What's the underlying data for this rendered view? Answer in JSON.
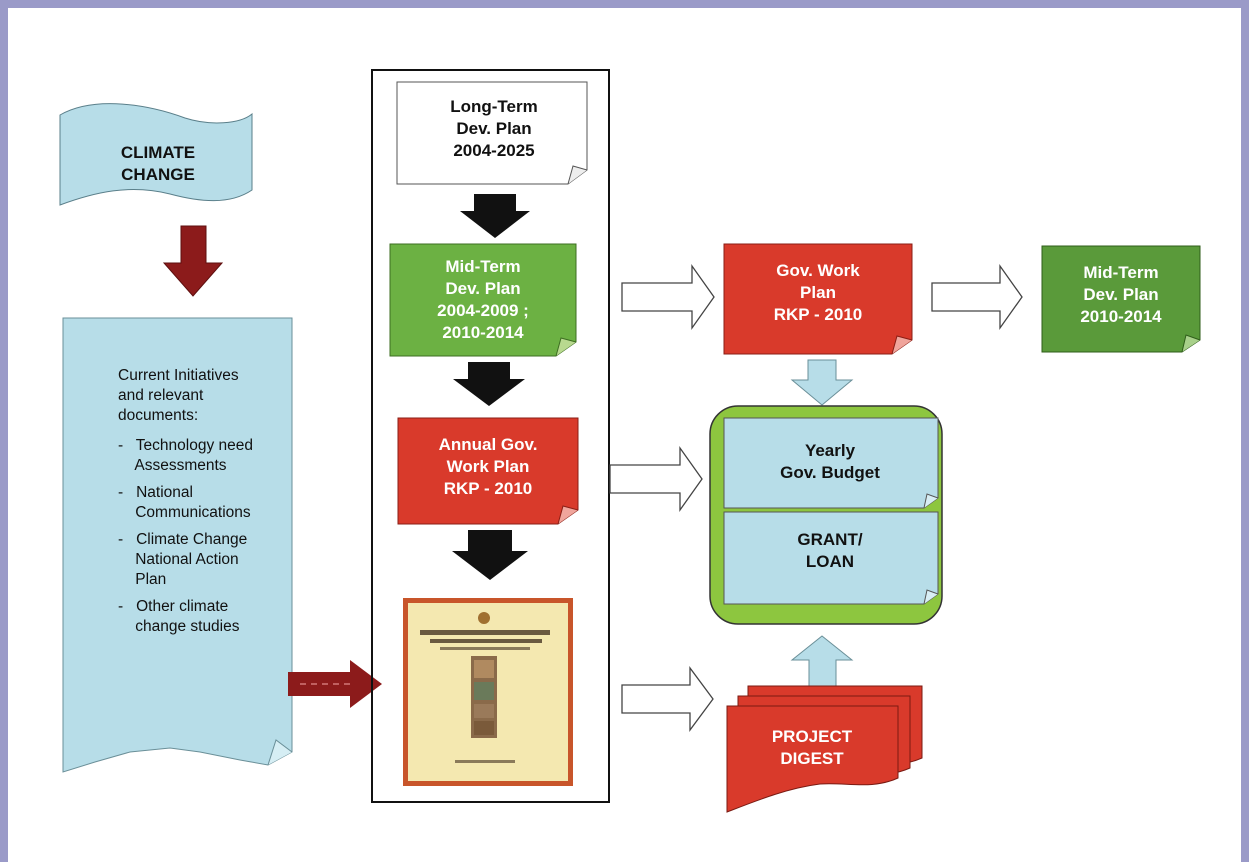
{
  "climate_change": {
    "line1": "CLIMATE",
    "line2": "CHANGE"
  },
  "initiatives": {
    "lines": [
      "Current Initiatives",
      "and relevant",
      "documents:",
      "-   Technology need",
      "    Assessments",
      "-   National",
      "    Communications",
      "-   Climate Change",
      "    National Action",
      "    Plan",
      "-   Other climate",
      "    change studies"
    ]
  },
  "long_term": {
    "line1": "Long-Term",
    "line2": "Dev. Plan",
    "line3": "2004-2025"
  },
  "mid_term": {
    "line1": "Mid-Term",
    "line2": "Dev. Plan",
    "line3": "2004-2009 ;",
    "line4": "2010-2014"
  },
  "annual_plan": {
    "line1": "Annual Gov.",
    "line2": "Work Plan",
    "line3": "RKP - 2010"
  },
  "gov_work_plan": {
    "line1": "Gov. Work",
    "line2": "Plan",
    "line3": "RKP - 2010"
  },
  "mid_term_final": {
    "line1": "Mid-Term",
    "line2": "Dev. Plan",
    "line3": "2010-2014"
  },
  "budget": {
    "line1": "Yearly",
    "line2": "Gov. Budget"
  },
  "grant": {
    "line1": "GRANT/",
    "line2": "LOAN"
  },
  "project_digest": {
    "line1": "PROJECT",
    "line2": "DIGEST"
  },
  "colors": {
    "light_blue": "#b7dde8",
    "green": "#6cb143",
    "dark_green": "#5a9a3a",
    "red": "#d93a2b",
    "dark_red": "#8c1b1b",
    "lime": "#8dc63f",
    "frame": "#9a9ac8"
  }
}
